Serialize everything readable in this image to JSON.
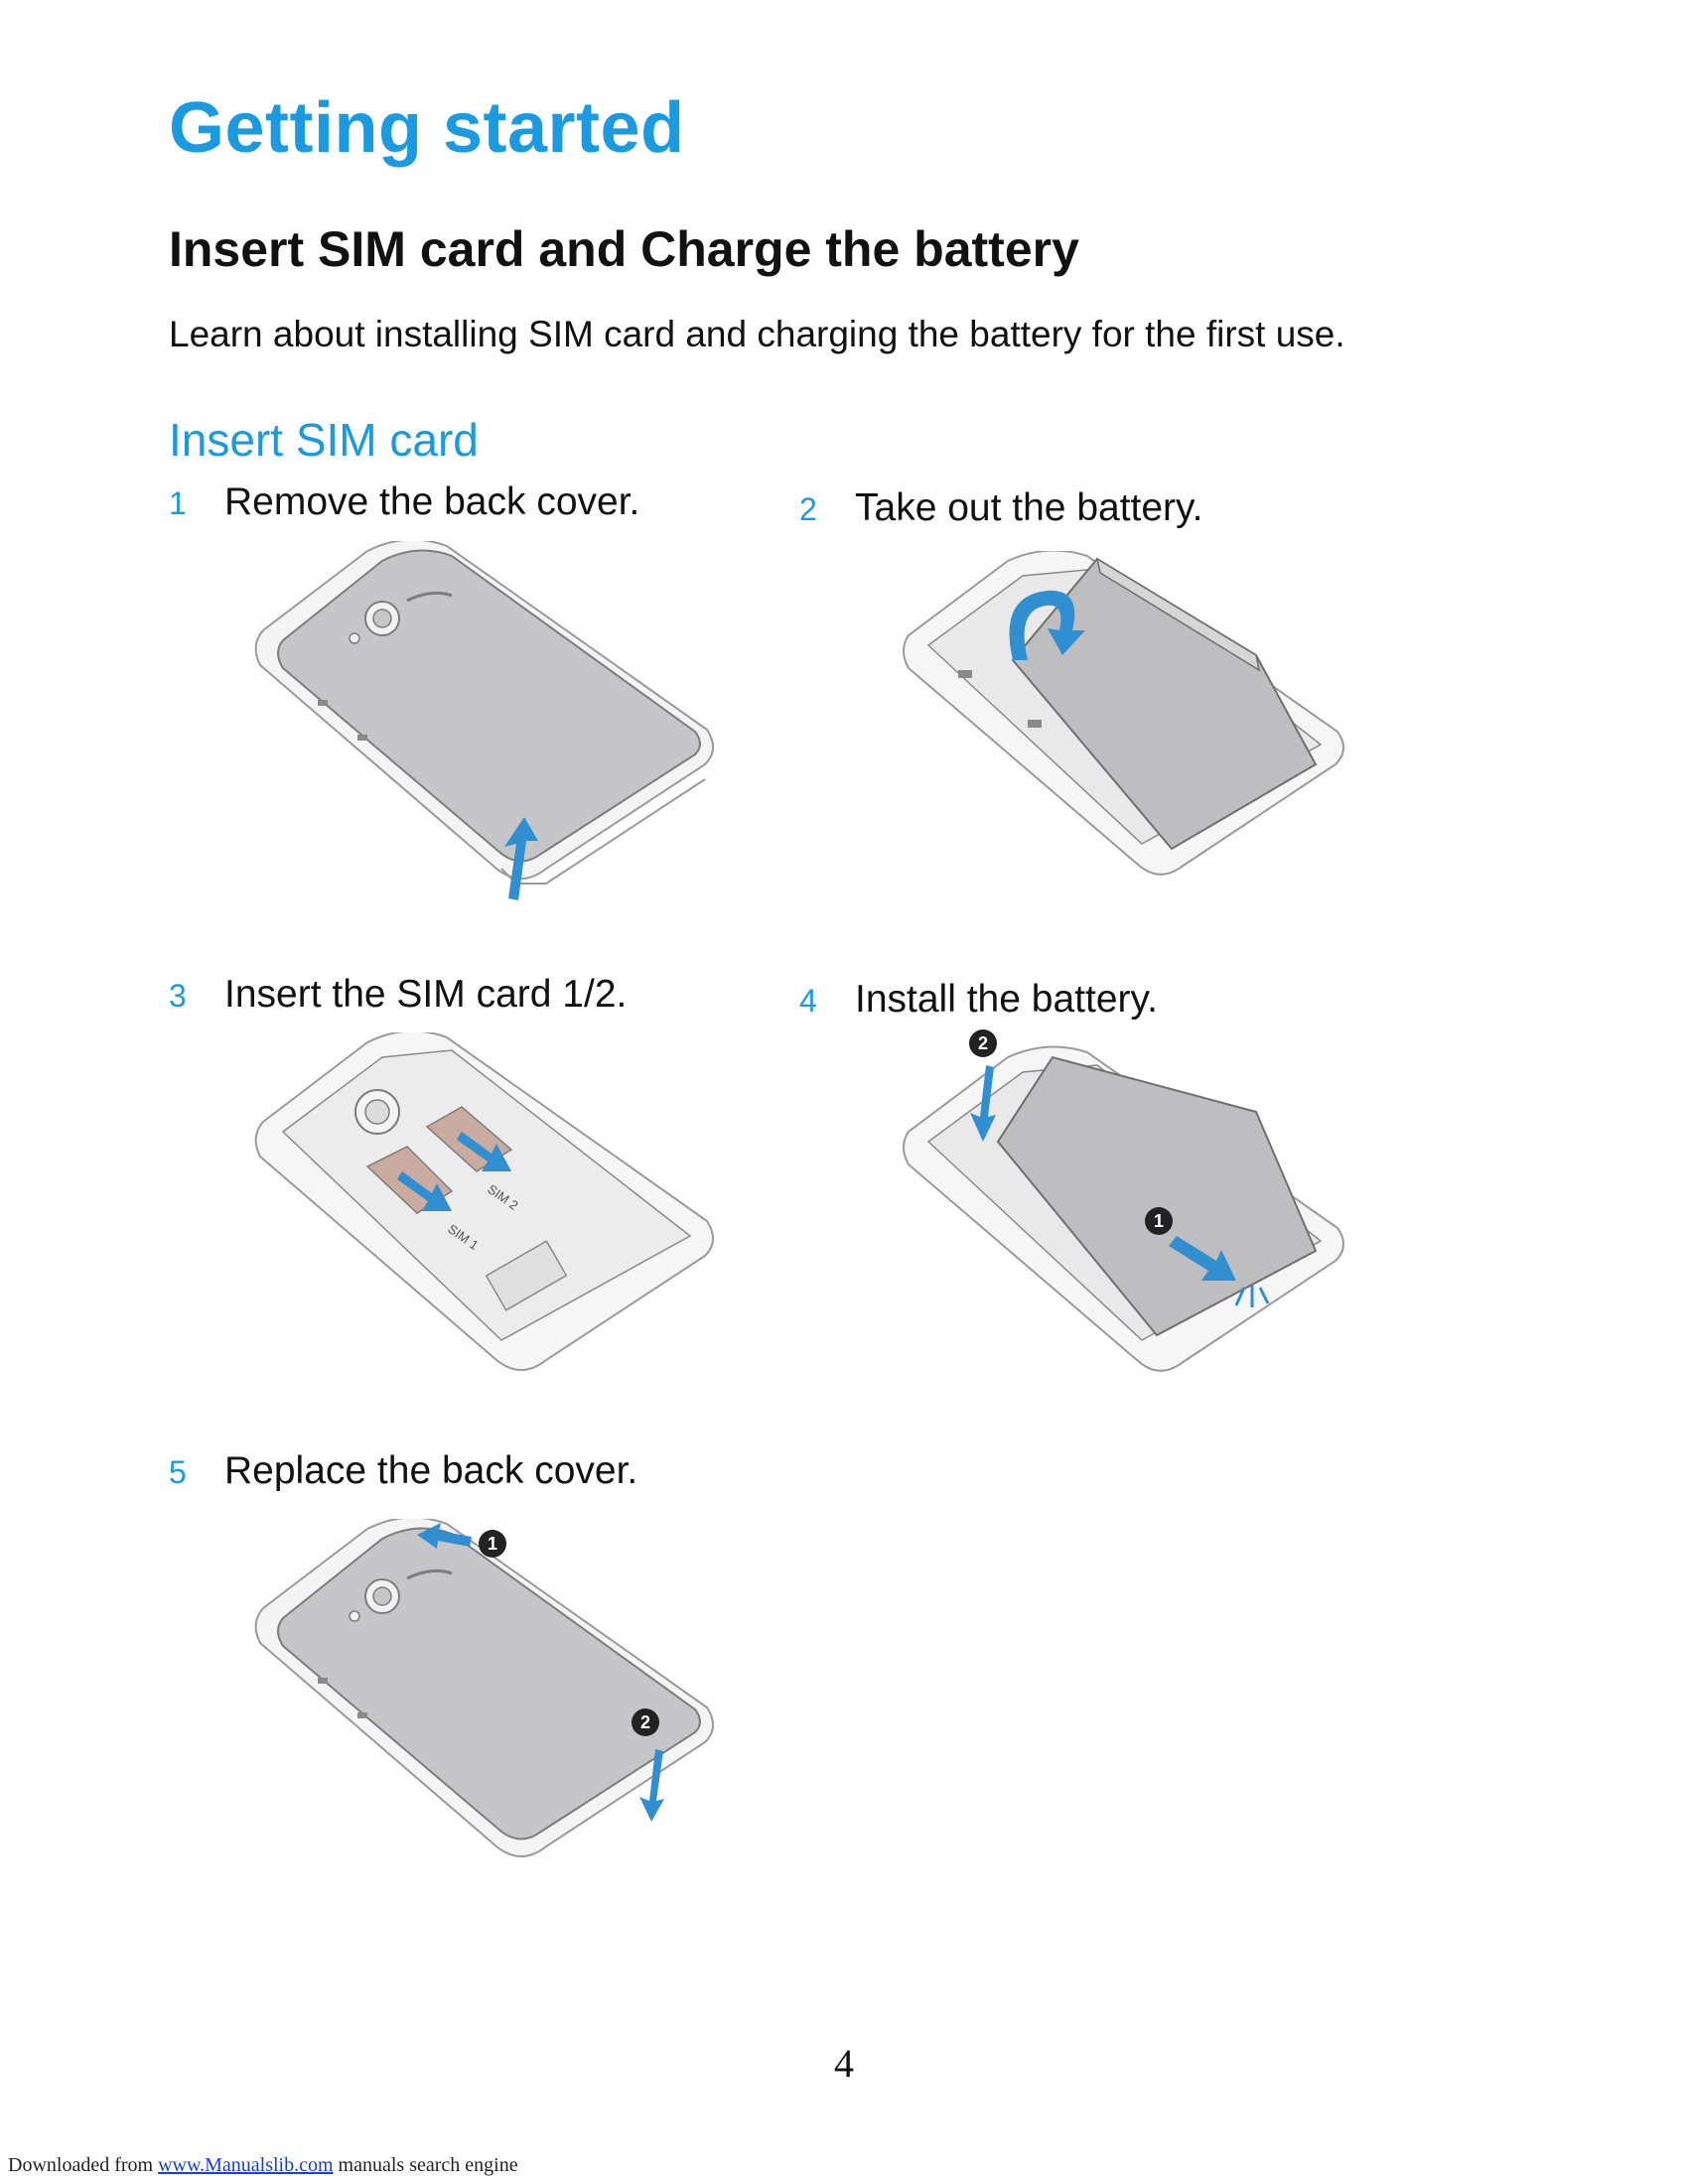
{
  "title": "Getting started",
  "section": "Insert SIM card and Charge the battery",
  "intro": "Learn about installing SIM card and charging the battery for the first use.",
  "subsection": "Insert SIM card",
  "steps": [
    {
      "num": "1",
      "text": "Remove the back cover."
    },
    {
      "num": "2",
      "text": "Take out the battery."
    },
    {
      "num": "3",
      "text": "Insert the SIM card 1/2."
    },
    {
      "num": "4",
      "text": "Install the battery."
    },
    {
      "num": "5",
      "text": "Replace the back cover."
    }
  ],
  "figure_labels": {
    "sim1": "SIM 1",
    "sim2": "SIM 2",
    "badge1": "1",
    "badge2": "2"
  },
  "page_number": "4",
  "footer": {
    "prefix": "Downloaded from ",
    "link": "www.Manualslib.com",
    "suffix": " manuals search engine"
  },
  "colors": {
    "accent": "#1a9ae0",
    "cover": "#c6c6c8",
    "battery": "#bebec0",
    "arrow": "#2f8fd0"
  }
}
